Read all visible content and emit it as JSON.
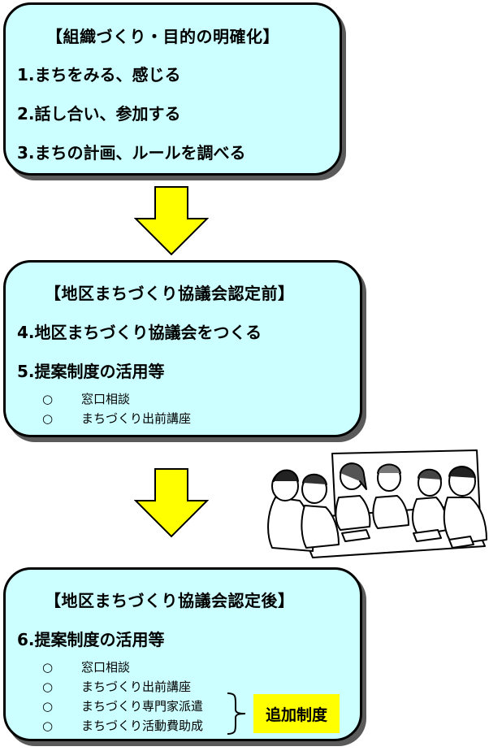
{
  "section1": {
    "heading": "【組織づくり・目的の明確化】",
    "items": [
      "1.まちをみる、感じる",
      "2.話し合い、参加する",
      "3.まちの計画、ルールを調べる"
    ]
  },
  "section2": {
    "heading": "【地区まちづくり協議会認定前】",
    "items": [
      "4.地区まちづくり協議会をつくる",
      "5.提案制度の活用等"
    ],
    "sub_items": [
      {
        "bullet": "○",
        "label": "窓口相談"
      },
      {
        "bullet": "○",
        "label": "まちづくり出前講座"
      }
    ]
  },
  "section3": {
    "heading": "【地区まちづくり協議会認定後】",
    "items": [
      "6.提案制度の活用等"
    ],
    "sub_items": [
      {
        "bullet": "○",
        "label": "窓口相談"
      },
      {
        "bullet": "○",
        "label": "まちづくり出前講座"
      },
      {
        "bullet": "○",
        "label": "まちづくり専門家派遣"
      },
      {
        "bullet": "○",
        "label": "まちづくり活動費助成"
      }
    ],
    "extra_label": "追加制度"
  },
  "colors": {
    "box_fill": "#ccffff",
    "arrow_fill": "#ffff00",
    "badge_fill": "#ffff00"
  },
  "icons": [
    "arrow-down-icon",
    "meeting-illustration",
    "brace-icon"
  ]
}
